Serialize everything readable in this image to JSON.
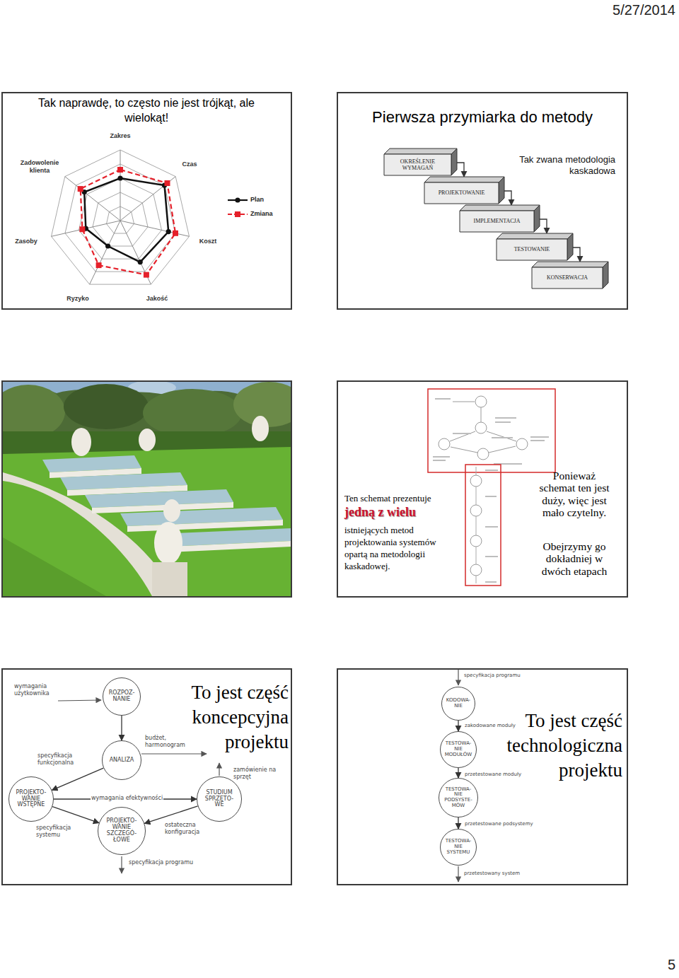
{
  "diagram": {
    "nodes": [
      {
        "text": [
          "Tak naprawdę, to często nie jest trójkąt, ale wielokąt!"
        ]
      },
      {
        "text": [
          "Pierwsza przymiarka do metody",
          "Tak zwana metodologia kaskadowa"
        ]
      },
      {
        "text": [
          "OKREŚLENIE WYMAGAŃ"
        ],
        "in": 1
      },
      {
        "text": [
          "PROJEKTOWANIE"
        ],
        "in": 1
      },
      {
        "text": [
          "IMPLEMENTACJA"
        ],
        "in": 1
      },
      {
        "text": [
          "TESTOWANIE"
        ],
        "in": 1
      },
      {
        "text": [
          "KONSERWACJA"
        ],
        "in": 1
      },
      {
        "text": [
          "Ten schemat prezentuje",
          "jedną z wielu",
          "istniejących metod projektowania systemów opartą na metodologii kaskadowej.",
          "Ponieważ schemat ten jest duży, więc jest mało czytelny.",
          "Obejrzymy go dokładniej w dwóch etapach"
        ]
      },
      {
        "text": [
          "To jest część koncepcyjna projektu"
        ]
      },
      {
        "text": [
          "ROZPOZ- NANIE"
        ],
        "in": 8
      },
      {
        "text": [
          "ANALIZA"
        ],
        "in": 8
      },
      {
        "text": [
          "PROJEKTO- WANIE WSTĘPNE"
        ],
        "in": 8
      },
      {
        "text": [
          "STUDIUM SPRZĘTO- WE"
        ],
        "in": 8
      },
      {
        "text": [
          "PROJEKTO- WANIE SZCZEGÓ- ŁOWE"
        ],
        "in": 8
      },
      {
        "text": [
          "To jest część technologiczna projektu"
        ]
      },
      {
        "text": [
          "KODOWA- NIE"
        ],
        "in": 14
      },
      {
        "text": [
          "TESTOWA- NIE MODUŁÓW"
        ],
        "in": 14
      },
      {
        "text": [
          "TESTOWA- NIE PODSYSTE- MÓW"
        ],
        "in": 14
      },
      {
        "text": [
          "TESTOWA- NIE SYSTEMU"
        ],
        "in": 14
      }
    ],
    "edges": [
      {
        "from": 2,
        "to": 3,
        "arrow": "to"
      },
      {
        "from": 3,
        "to": 4,
        "arrow": "to"
      },
      {
        "from": 4,
        "to": 5,
        "arrow": "to"
      },
      {
        "from": 5,
        "to": 6,
        "arrow": "to"
      },
      {
        "from": 9,
        "to": 10,
        "arrow": "to"
      },
      {
        "from": 10,
        "to": 11,
        "label": "specyfikacja funkcjonalna",
        "arrow": "to"
      },
      {
        "from": 11,
        "to": 12,
        "label": "wymagania efektywności",
        "arrow": "to"
      },
      {
        "from": 11,
        "to": 13,
        "label": "specyfikacja systemu",
        "arrow": "to"
      },
      {
        "from": 12,
        "to": 13,
        "label": "ostateczna konfiguracja",
        "arrow": "to"
      },
      {
        "from": 15,
        "to": 16,
        "label": "zakodowane moduły",
        "arrow": "to"
      },
      {
        "from": 16,
        "to": 17,
        "label": "przetestowane moduły",
        "arrow": "to"
      },
      {
        "from": 17,
        "to": 18,
        "label": "przetestowane podsystemy",
        "arrow": "to"
      }
    ],
    "labels": [
      "5/27/2014",
      "Zakres",
      "Czas",
      "Koszt",
      "Jakość",
      "Ryzyko",
      "Zasoby",
      "Zadowolenie klienta",
      "wymagania użytkownika",
      "budżet, harmonogram",
      "zamówienie na sprzęt",
      "specyfikacja programu",
      "specyfikacja programu",
      "przetestowany system",
      "5"
    ],
    "legend": [
      {
        "text": "Plan"
      },
      {
        "text": "Zmiana"
      }
    ]
  }
}
